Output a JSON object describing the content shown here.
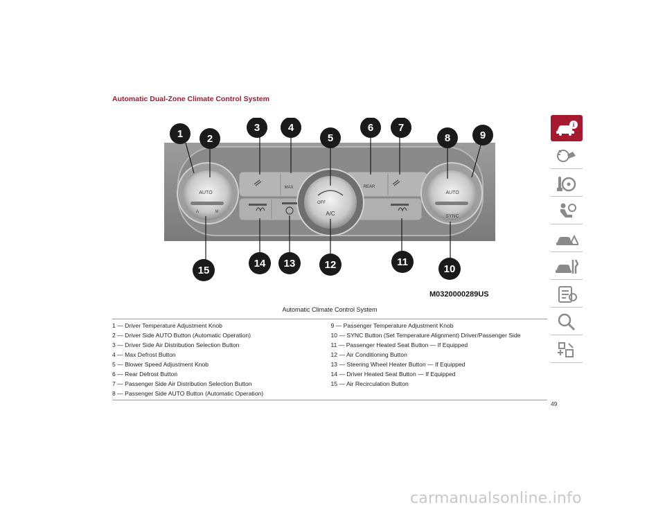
{
  "section_title": "Automatic Dual-Zone Climate Control System",
  "figure": {
    "code": "M0320000289US",
    "caption": "Automatic Climate Control System",
    "callouts": [
      "1",
      "2",
      "3",
      "4",
      "5",
      "6",
      "7",
      "8",
      "9",
      "10",
      "11",
      "12",
      "13",
      "14",
      "15"
    ],
    "panel_labels": {
      "left_auto": "AUTO",
      "left_a": "A",
      "left_m": "M",
      "max": "MAX",
      "off": "OFF",
      "ac": "A/C",
      "rear": "REAR",
      "right_auto": "AUTO",
      "sync": "SYNC"
    }
  },
  "legend": {
    "left": [
      "1 — Driver Temperature Adjustment Knob",
      "2 — Driver Side AUTO Button (Automatic Operation)",
      "3 — Driver Side Air Distribution Selection Button",
      "4 — Max Defrost Button",
      "5 — Blower Speed Adjustment Knob",
      "6 — Rear Defrost Button",
      "7 — Passenger Side Air Distribution Selection Button",
      "8 — Passenger Side AUTO Button (Automatic Operation)"
    ],
    "right": [
      "9 — Passenger Temperature Adjustment Knob",
      "10 — SYNC Button (Set Temperature Alignment) Driver/Passenger Side",
      "11 — Passenger Heated Seat Button — If Equipped",
      "12 — Air Conditioning Button",
      "13 — Steering Wheel Heater Button — If Equipped",
      "14 — Driver Heated Seat Button — If Equipped",
      "15 — Air Recirculation Button"
    ]
  },
  "page_number": "49",
  "sidebar_tabs": [
    {
      "icon": "car-info-icon",
      "active": true
    },
    {
      "icon": "dashboard-lights-icon",
      "active": false
    },
    {
      "icon": "steering-wheel-icon",
      "active": false
    },
    {
      "icon": "seat-airbag-icon",
      "active": false
    },
    {
      "icon": "car-warning-icon",
      "active": false
    },
    {
      "icon": "car-tools-icon",
      "active": false
    },
    {
      "icon": "maintenance-list-icon",
      "active": false
    },
    {
      "icon": "magnifier-icon",
      "active": false
    },
    {
      "icon": "multimedia-icon",
      "active": false
    }
  ],
  "accent_color": "#a6192e",
  "watermark": "carmanualsonline.info"
}
